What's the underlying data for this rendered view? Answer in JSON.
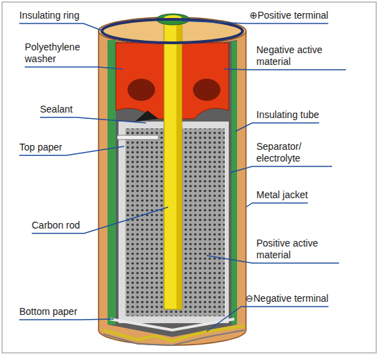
{
  "diagram": {
    "labels": [
      "Insulating ring",
      "Polyethylene washer",
      "Sealant",
      "Top paper",
      "Carbon rod",
      "Bottom paper",
      "⊕Positive terminal",
      "Negative active material",
      "Insulating tube",
      "Separator/ electrolyte",
      "Metal jacket",
      "Positive active material",
      "⊖Negative terminal"
    ]
  }
}
